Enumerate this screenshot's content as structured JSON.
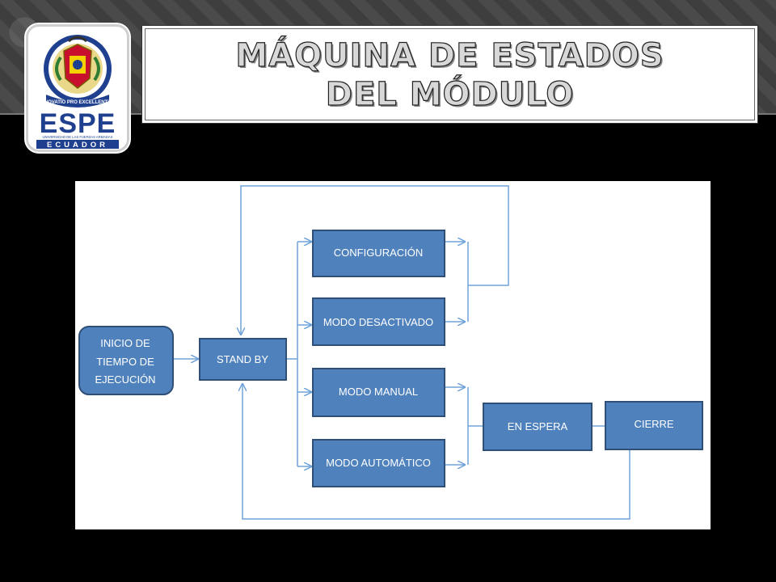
{
  "slide": {
    "title_line1": "MÁQUINA DE ESTADOS",
    "title_line2": "DEL MÓDULO"
  },
  "logo": {
    "icon": "espe-crest-icon",
    "motto": "INNOVATIO PRO EXCELLENTIAE",
    "acronym": "ESPE",
    "university": "UNIVERSIDAD DE LAS FUERZAS ARMADAS",
    "country": "ECUADOR"
  },
  "diagram": {
    "colors": {
      "node_fill": "#4F81BD",
      "node_stroke": "#2F4E78",
      "edge": "#6FA3D8",
      "node_text": "#ffffff"
    },
    "nodes": {
      "inicio": [
        "INICIO DE",
        "TIEMPO DE",
        "EJECUCIÓN"
      ],
      "standby": "STAND BY",
      "configuracion": "CONFIGURACIÓN",
      "desactivado": "MODO DESACTIVADO",
      "manual": "MODO MANUAL",
      "automatico": "MODO AUTOMÁTICO",
      "espera": "EN ESPERA",
      "cierre": "CIERRE"
    }
  }
}
